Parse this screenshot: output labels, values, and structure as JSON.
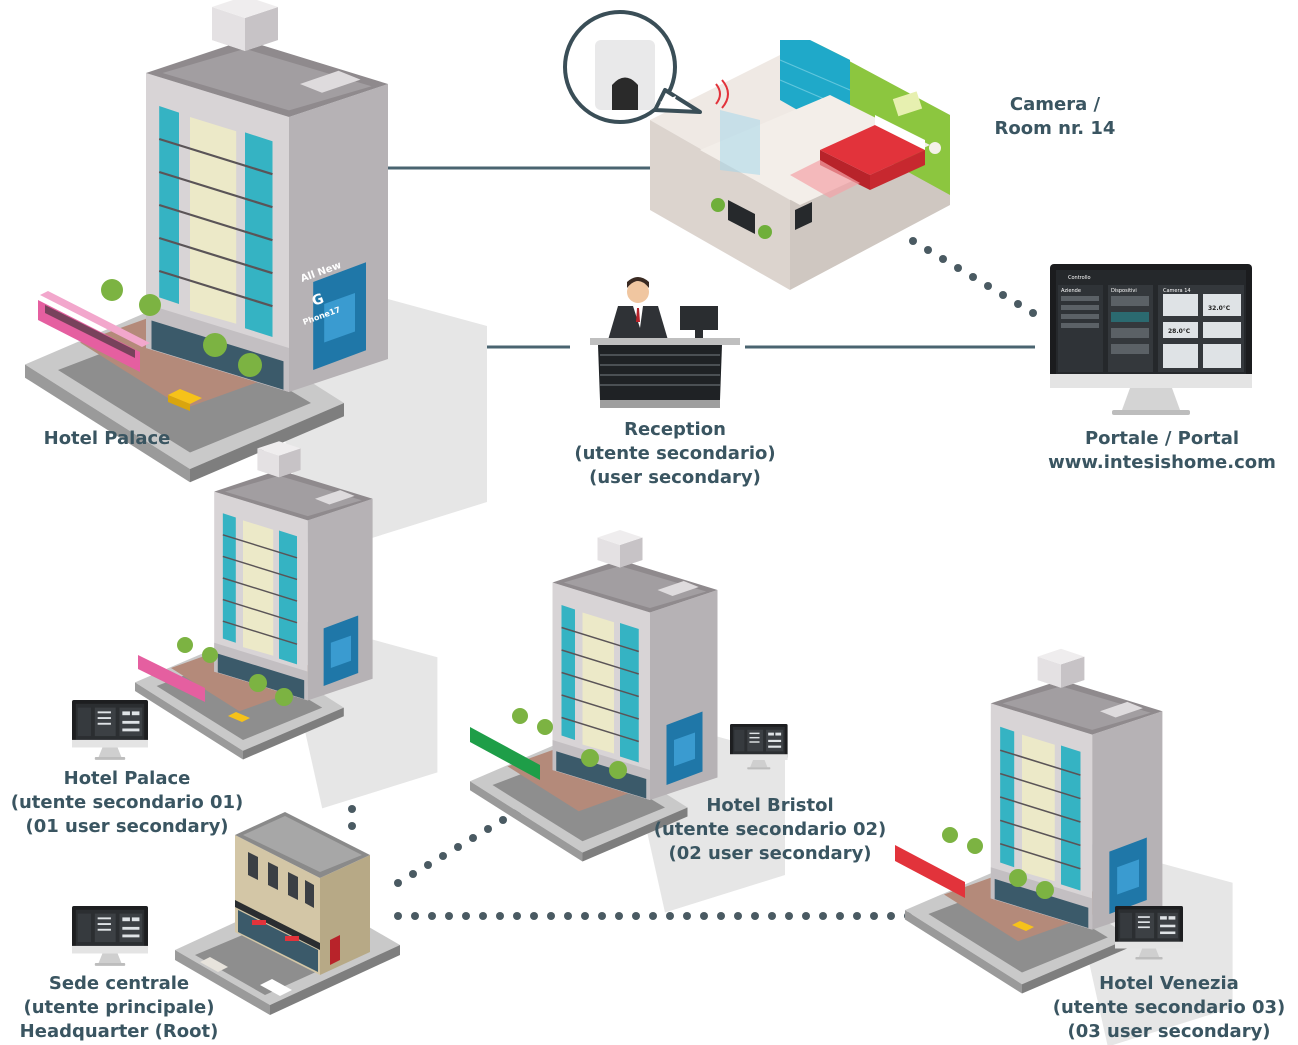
{
  "colors": {
    "label": "#3a5561",
    "connector": "#4a6470",
    "dots": "#4a5a62",
    "building_face": "#d6d2d4",
    "building_side": "#b9b5b8",
    "window_teal": "#35b3c3",
    "room_green": "#8cc63f",
    "bed_red": "#e2333b",
    "bathroom_tile": "#1fa9c9"
  },
  "icons": [
    "hotel-building-icon",
    "headquarter-building-icon",
    "hotel-room-icon",
    "wifi-controller-icon",
    "receptionist-desk-icon",
    "desktop-monitor-icon",
    "bus-icon",
    "taxi-icon",
    "tree-icon"
  ],
  "billboard": {
    "line1": "All New",
    "line2": "G",
    "line3": "Phone17"
  },
  "monitor_ui": {
    "app": "Controllo",
    "col1": "Aziende",
    "col2": "Dispositivi",
    "col3": "Camera 14",
    "temp1": "28.0°C",
    "temp2": "32.0°C"
  },
  "labels": {
    "camera": [
      "Camera /",
      "Room nr. 14"
    ],
    "hotel_palace_top": [
      "Hotel Palace"
    ],
    "reception": [
      "Reception",
      "(utente secondario)",
      "(user secondary)"
    ],
    "portal": [
      "Portale / Portal",
      "www.intesishome.com"
    ],
    "hotel_palace": [
      "Hotel Palace",
      "(utente secondario 01)",
      "(01 user secondary)"
    ],
    "hotel_bristol": [
      "Hotel Bristol",
      "(utente secondario 02)",
      "(02 user secondary)"
    ],
    "headquarter": [
      "Sede centrale",
      "(utente principale)",
      "Headquarter (Root)"
    ],
    "hotel_venezia": [
      "Hotel Venezia",
      "(utente secondario 03)",
      "(03 user secondary)"
    ]
  }
}
